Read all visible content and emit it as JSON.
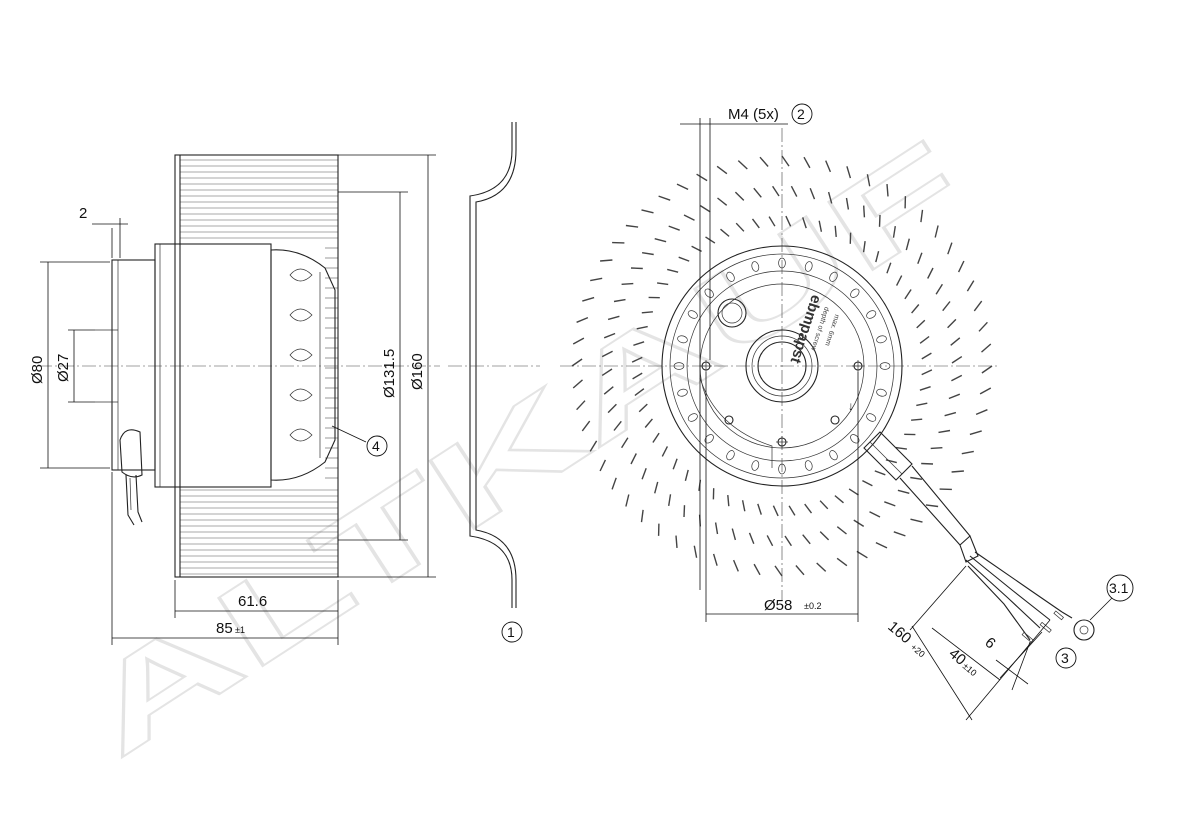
{
  "watermark": "ALTKAUF",
  "dimensions": {
    "flange_offset": "2",
    "diam_80": "Ø80",
    "diam_27": "Ø27",
    "diam_131_5": "Ø131.5",
    "diam_160": "Ø160",
    "len_61_6": "61.6",
    "len_85": "85",
    "len_85_tol": "±1",
    "screw": "M4 (5x)",
    "diam_58": "Ø58",
    "diam_58_tol": "±0.2",
    "lead_160": "160",
    "lead_160_tol": "+20",
    "lead_40": "40",
    "lead_40_tol": "±10",
    "lead_6": "6"
  },
  "callouts": [
    "1",
    "2",
    "3",
    "3.1",
    "4"
  ],
  "rotor_label": {
    "brand": "ebmpapst",
    "line1": "depth of screw",
    "line2": "max. 6mm"
  },
  "colors": {
    "line": "#222222",
    "watermark": "#e4e4e4",
    "background": "#ffffff"
  }
}
